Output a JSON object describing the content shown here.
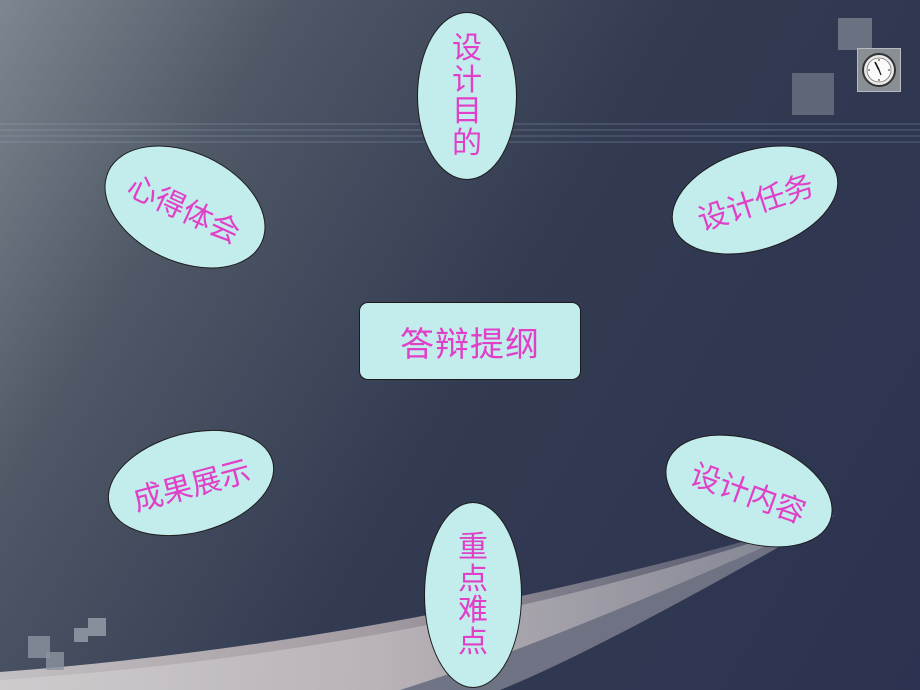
{
  "center": {
    "label": "答辩提纲"
  },
  "nodes": {
    "purpose": "设计目的",
    "task": "设计任务",
    "content": "设计内容",
    "difficulty": "重点难点",
    "results": "成果展示",
    "experience": "心得体会"
  },
  "colors": {
    "node_fill": "#c3ecec",
    "node_text": "#e040c8",
    "node_border": "#1c1c1c"
  },
  "icons": [
    "clock-icon"
  ]
}
